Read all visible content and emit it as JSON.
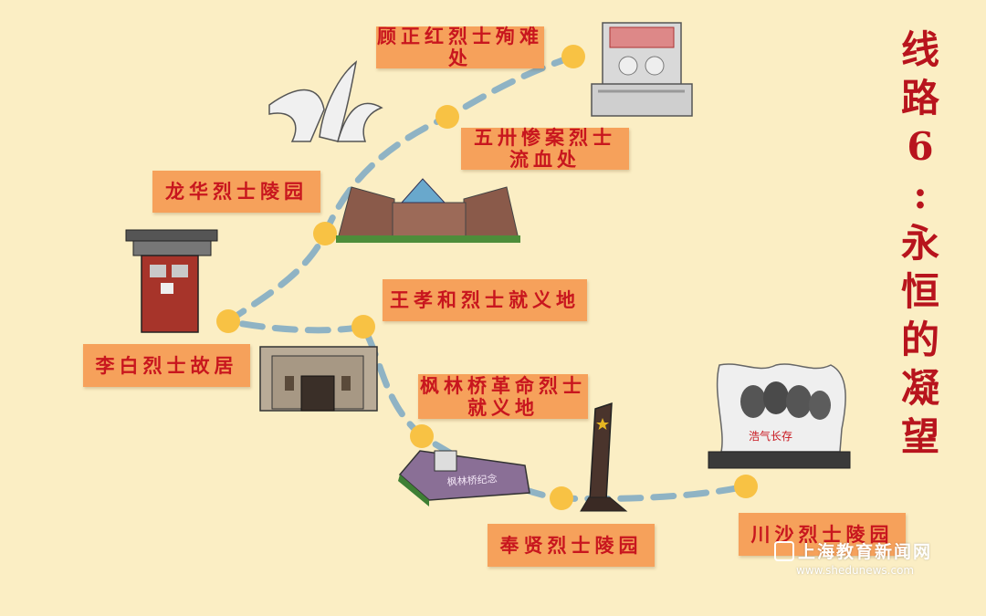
{
  "title": [
    "线",
    "路",
    "6",
    ":",
    "永",
    "恒",
    "的",
    "凝",
    "望"
  ],
  "route_color": "#8fb3c4",
  "stop_color": "#f8c244",
  "label_color": "#f6a15b",
  "text_color": "#c8161e",
  "sites": {
    "gu_zhenghong": [
      "顾正红烈士殉难处"
    ],
    "wusa": [
      "五卅惨案烈士",
      "流血处"
    ],
    "longhua": [
      "龙华烈士陵园"
    ],
    "wang_xiaohe": [
      "王孝和烈士就义地"
    ],
    "li_bai": [
      "李白烈士故居"
    ],
    "fenglinqiao": [
      "枫林桥革命烈士",
      "就义地"
    ],
    "fengxian": [
      "奉贤烈士陵园"
    ],
    "chuansha": [
      "川沙烈士陵园"
    ]
  },
  "landmark_text": {
    "chuansha_relief": "浩气长存",
    "fenglinqiao_plaque": "枫林桥纪念"
  },
  "watermark": {
    "name": "上海教育新闻网",
    "url": "www.shedunews.com"
  }
}
